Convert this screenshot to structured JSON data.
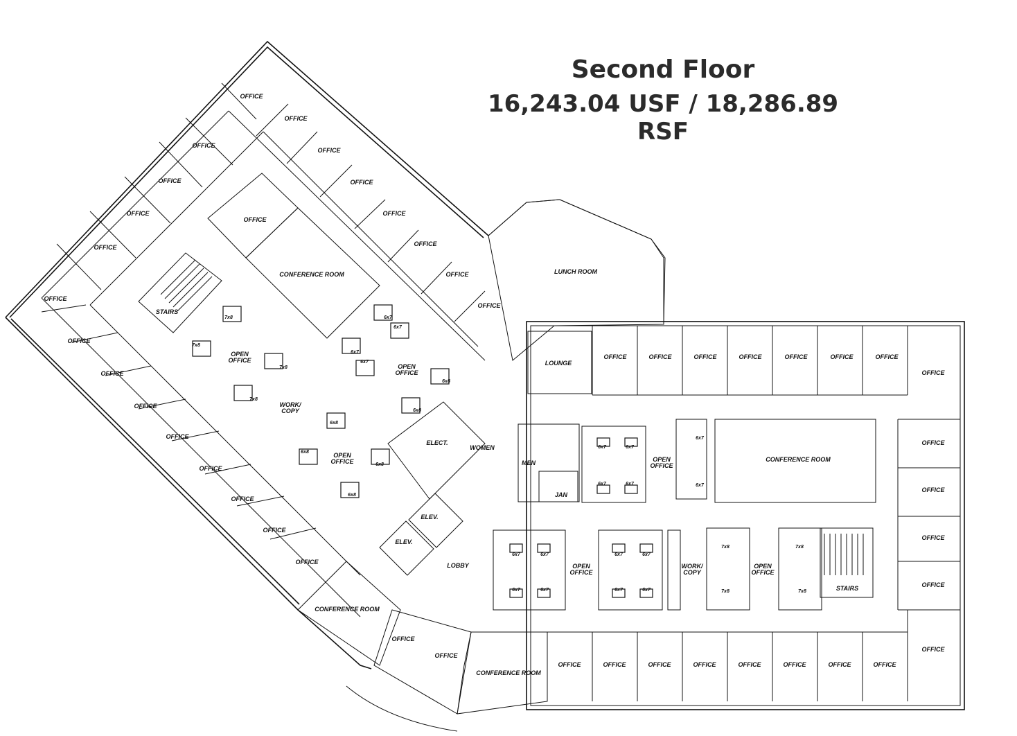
{
  "header": {
    "title": "Second Floor",
    "area": "16,243.04 USF / 18,286.89 RSF"
  },
  "labels": {
    "office": "OFFICE",
    "conference_room": "CONFERENCE ROOM",
    "lunch_room": "LUNCH ROOM",
    "lounge": "LOUNGE",
    "stairs": "STAIRS",
    "open_office_1": "OPEN",
    "open_office_2": "OFFICE",
    "work_copy_1": "WORK/",
    "work_copy_2": "COPY",
    "women": "WOMEN",
    "men": "MEN",
    "elect": "ELECT.",
    "elev": "ELEV.",
    "lobby": "LOBBY",
    "jan": "JAN",
    "desk_6x7": "6x7",
    "desk_7x8": "7x8",
    "desk_6x8": "6x8"
  },
  "colors": {
    "ink": "#111111",
    "title": "#2b2b2b"
  }
}
